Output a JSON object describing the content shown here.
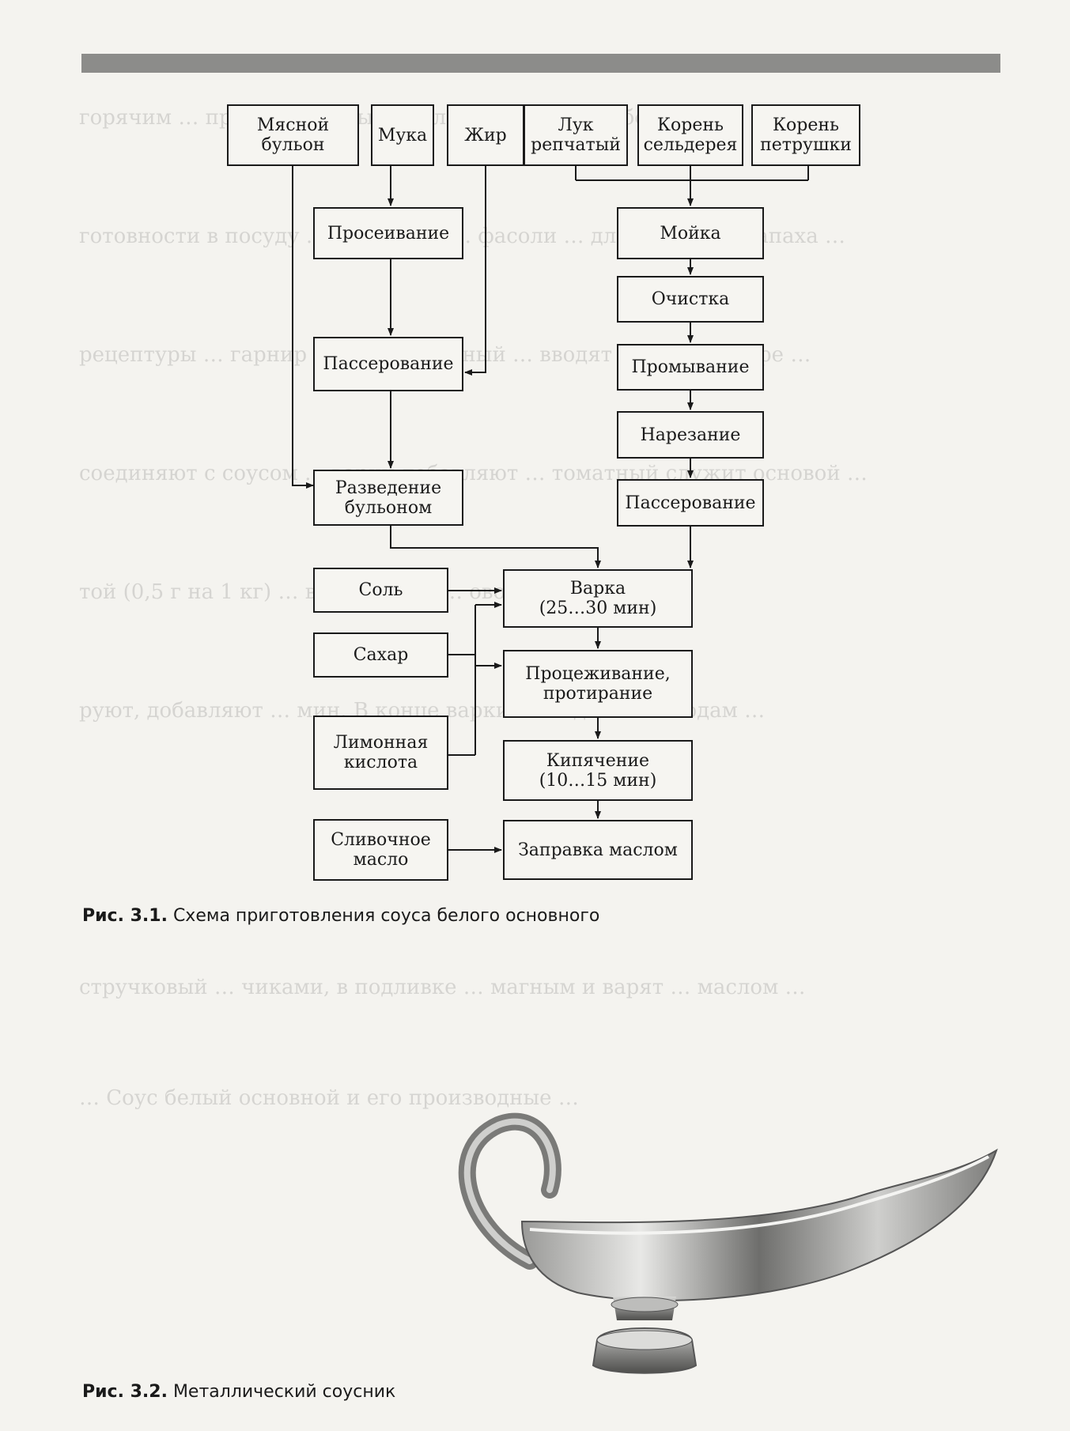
{
  "diagram": {
    "ingredients": {
      "meat_broth": "Мясной\nбульон",
      "flour": "Мука",
      "fat": "Жир",
      "onion": "Лук\nрепчатый",
      "celery_root": "Корень\nсельдерея",
      "parsley_root": "Корень\nпетрушки",
      "salt": "Соль",
      "sugar": "Сахар",
      "lemon_acid": "Лимонная\nкислота",
      "butter": "Сливочное\nмасло"
    },
    "steps": {
      "sifting": "Просеивание",
      "sauteing_flour": "Пассерование",
      "diluting": "Разведение\nбульоном",
      "washing": "Мойка",
      "cleaning": "Очистка",
      "rinsing": "Промывание",
      "cutting": "Нарезание",
      "sauteing_roots": "Пассерование",
      "cooking": "Варка\n(25…30 мин)",
      "straining": "Процеживание,\nпротирание",
      "boiling": "Кипячение\n(10…15 мин)",
      "dressing": "Заправка маслом"
    }
  },
  "figure1": {
    "label": "Рис. 3.1.",
    "title": "Схема приготовления соуса белого основного"
  },
  "figure2": {
    "label": "Рис. 3.2.",
    "title": "Металлический соусник"
  }
}
